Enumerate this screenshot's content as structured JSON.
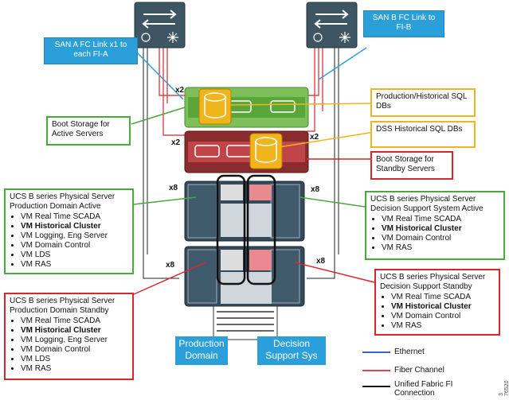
{
  "callouts": {
    "san_a": "SAN A FC Link x1 to each FI-A",
    "san_b": "SAN B FC Link to FI-B",
    "boot_active": "Boot Storage for Active Servers",
    "prod_sql": "Production/Historical SQL DBs",
    "dss_sql": "DSS Historical SQL DBs",
    "boot_standby": "Boot Storage for Standby Servers"
  },
  "prod_active": {
    "title": "UCS B series Physical Server",
    "subtitle": "Production Domain Active",
    "items": [
      "VM Real Time SCADA",
      "VM Historical Cluster",
      "VM Logging, Eng Server",
      "VM Domain Control",
      "VM LDS",
      "VM RAS"
    ]
  },
  "prod_standby": {
    "title": "UCS B series Physical Server",
    "subtitle": "Production Domain Standby",
    "items": [
      "VM Real Time SCADA",
      "VM Historical Cluster",
      "VM Logging, Eng Server",
      "VM Domain Control",
      "VM LDS",
      "VM RAS"
    ]
  },
  "dss_active": {
    "title": "UCS B series Physical Server",
    "subtitle": "Decision Support System Active",
    "items": [
      "VM Real Time SCADA",
      "VM Historical Cluster",
      "VM Domain Control",
      "VM RAS"
    ]
  },
  "dss_standby": {
    "title": "UCS B series Physical Server",
    "subtitle": "Decision Support Standby",
    "items": [
      "VM Real Time SCADA",
      "VM Historical Cluster",
      "VM Domain Control",
      "VM RAS"
    ]
  },
  "domains": {
    "production": "Production Domain",
    "decision": "Decision Support Sys"
  },
  "link_labels": {
    "x2_top": "x2",
    "x2_left": "x2",
    "x2_right": "x2",
    "x8_ul": "x8",
    "x8_ur": "x8",
    "x8_ll": "x8",
    "x8_lr": "x8"
  },
  "legend": {
    "ethernet": "Ethernet",
    "fiber": "Fiber Channel",
    "unified": "Unified Fabric FI Connection"
  },
  "figure_id": "3 76520",
  "colors": {
    "green": "#49a83e",
    "red": "#d9262b",
    "yellow": "#f0b41c",
    "blue": "#2b9fd9",
    "ethernet": "#3b63c9",
    "fiber": "#e0474c"
  }
}
